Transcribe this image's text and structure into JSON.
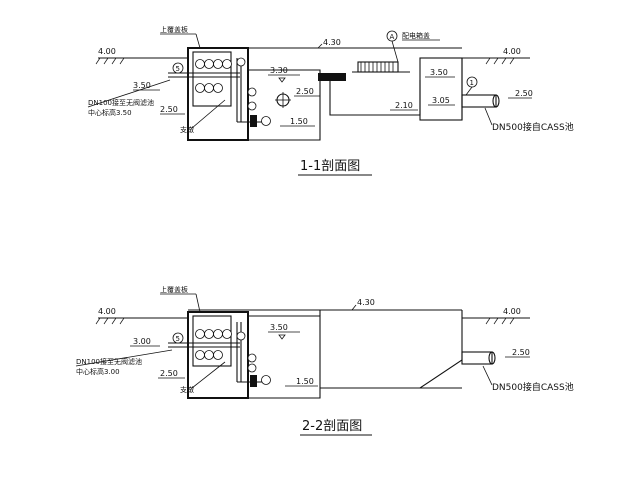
{
  "section1": {
    "title": "1-1剖面图",
    "top_label": "上覆盖板",
    "right_top_label": "配电箱盖",
    "ground_left": "4.00",
    "ground_right": "4.00",
    "top_slab": "4.30",
    "inlet_level": "3.50",
    "left_level": "2.50",
    "inlet_note1": "DN100接至无阀滤池",
    "inlet_note2": "中心标高3.50",
    "support": "支墩",
    "water_level": "3.30",
    "mid_level": "2.50",
    "bottom_level": "1.50",
    "right_water": "3.50",
    "right_bottom": "2.10",
    "right_level": "3.05",
    "pipe_level": "2.50",
    "pipe_note": "DN500接自CASS池",
    "marker_a": "A",
    "marker_1": "1",
    "marker_5": "5"
  },
  "section2": {
    "title": "2-2剖面图",
    "top_label": "上覆盖板",
    "ground_left": "4.00",
    "ground_right": "4.00",
    "top_slab": "4.30",
    "inlet_level": "3.00",
    "left_level": "2.50",
    "inlet_note1": "DN100接至无阀滤池",
    "inlet_note2": "中心标高3.00",
    "support": "支墩",
    "water_level": "3.50",
    "bottom_level": "1.50",
    "pipe_level": "2.50",
    "pipe_note": "DN500接自CASS池",
    "marker_5": "5"
  },
  "colors": {
    "line": "#111111",
    "background": "#ffffff"
  }
}
